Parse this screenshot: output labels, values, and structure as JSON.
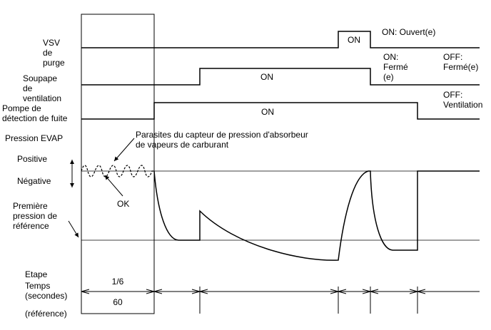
{
  "labels": {
    "vsv_1": "VSV",
    "vsv_2": "de",
    "vsv_3": "purge",
    "valve_1": "Soupape",
    "valve_2": "de",
    "valve_3": "ventilation",
    "pump_1": "Pompe de",
    "pump_2": "détection de fuite",
    "evap": "Pression EVAP",
    "positive": "Positive",
    "negative": "Négative",
    "ref_1": "Première",
    "ref_2": "pression de",
    "ref_3": "référence",
    "step": "Etape",
    "time_1": "Temps",
    "time_2": "(secondes)",
    "time_3": "(référence)"
  },
  "annotations": {
    "noise_1": "Parasites du capteur de pression d'absorbeur",
    "noise_2": "de vapeurs de carburant",
    "ok": "OK"
  },
  "states": {
    "vsv_on": "ON",
    "vsv_legend": "ON: Ouvert(e)",
    "valve_on": "ON",
    "valve_on_legend_1": "ON:",
    "valve_on_legend_2": "Fermé",
    "valve_on_legend_3": "(e)",
    "valve_off_legend_1": "OFF:",
    "valve_off_legend_2": "Fermé(e)",
    "pump_on": "ON",
    "pump_off_legend_1": "OFF:",
    "pump_off_legend_2": "Ventilation"
  },
  "steps": {
    "first_step": "1/6",
    "first_time": "60"
  }
}
